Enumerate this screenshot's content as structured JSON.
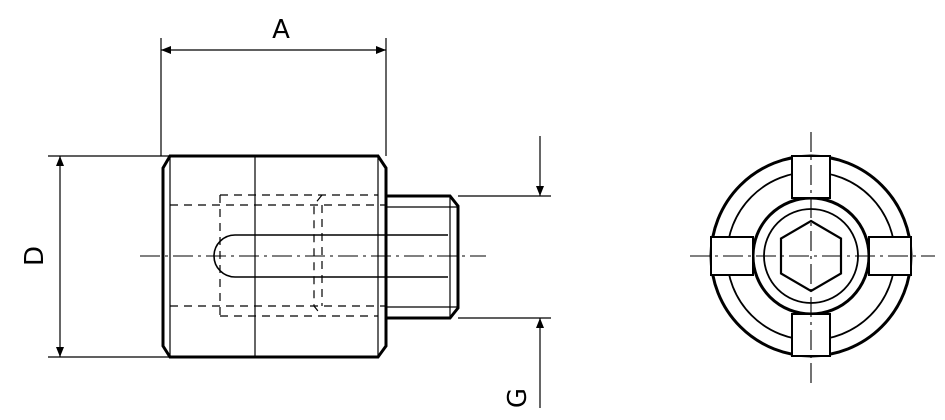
{
  "labels": {
    "A": "A",
    "D": "D",
    "G": "G"
  },
  "colors": {
    "line": "#000000",
    "background": "#ffffff"
  }
}
